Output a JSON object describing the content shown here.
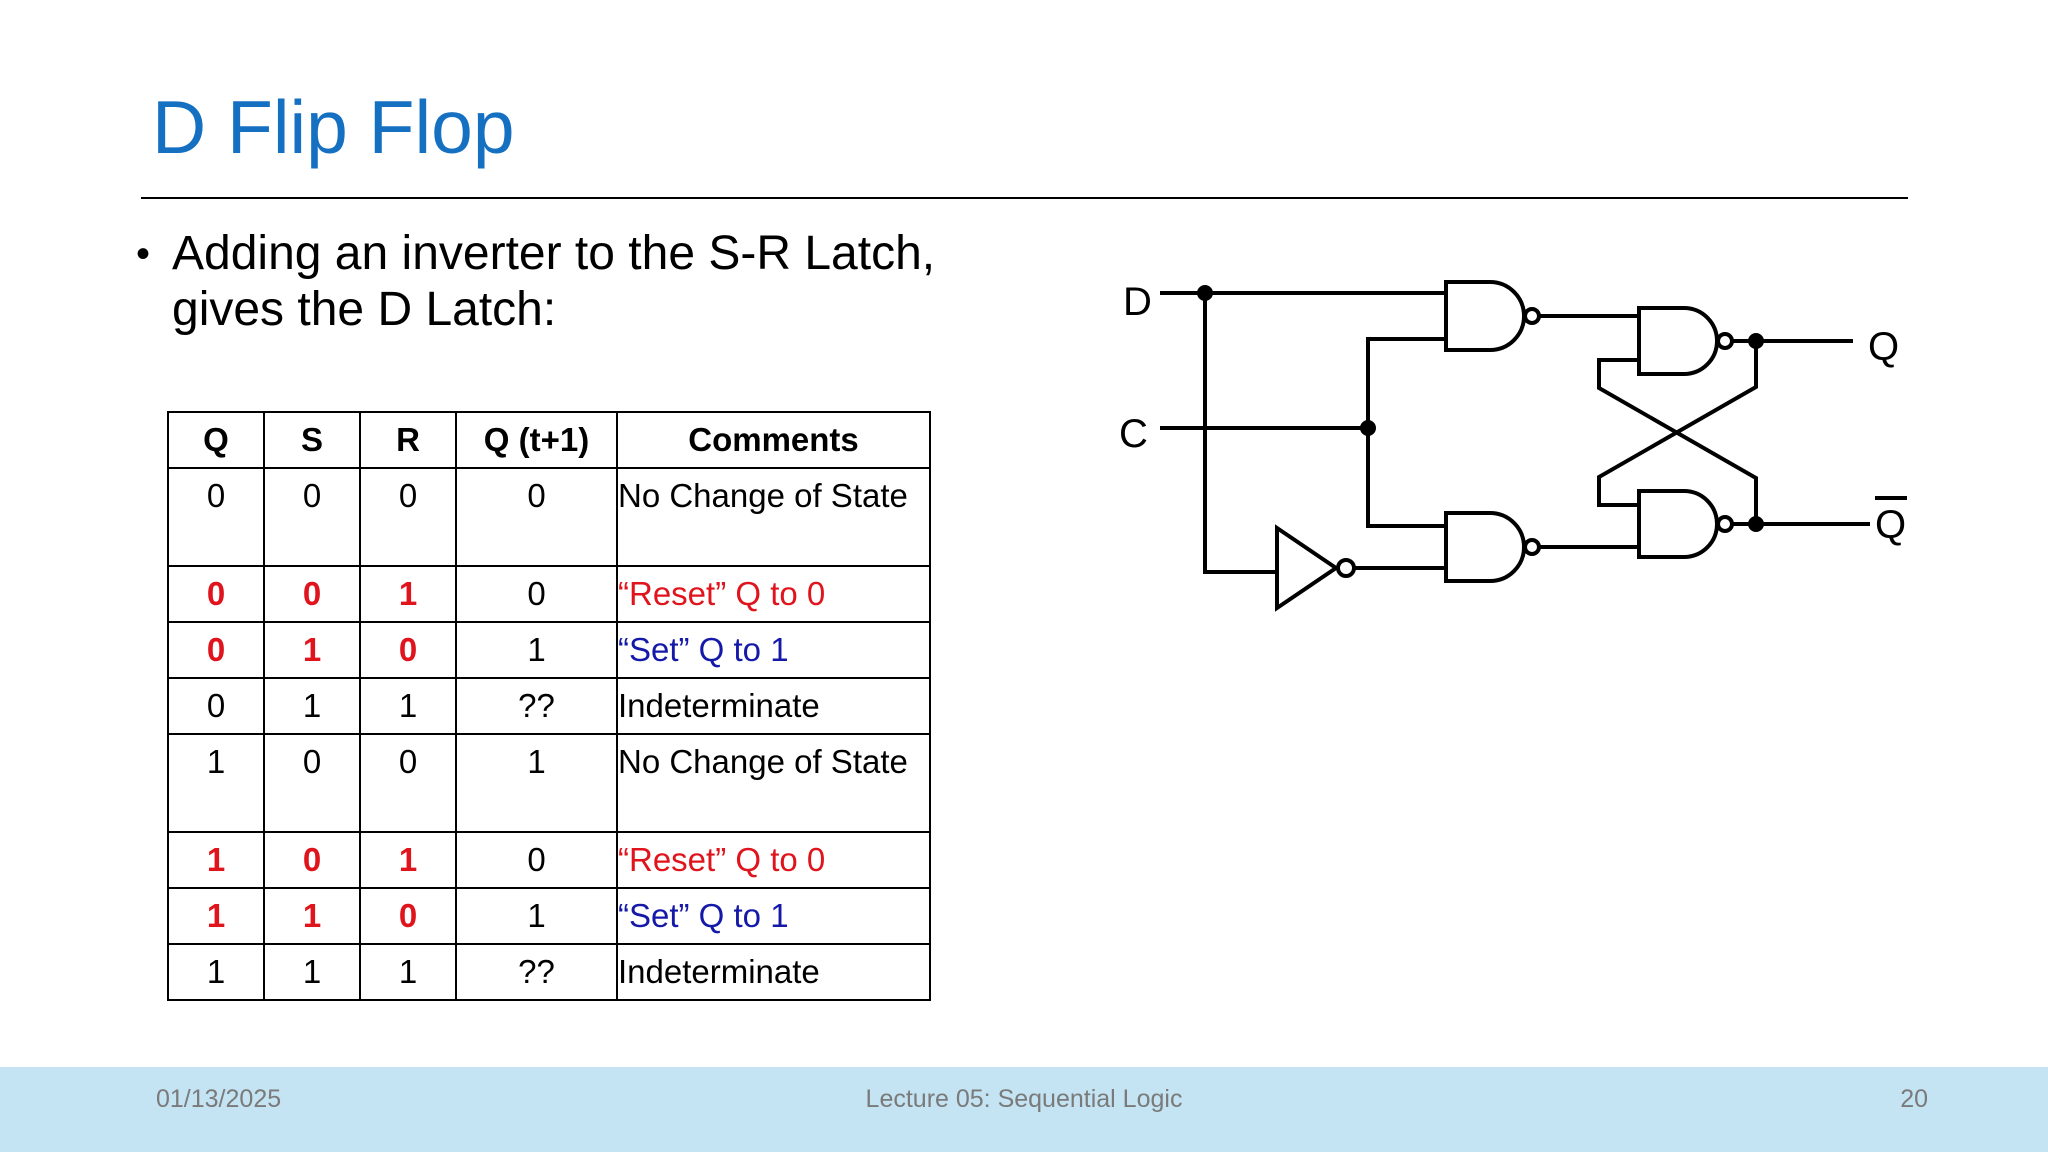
{
  "slide": {
    "title": "D Flip Flop",
    "bullet": "Adding an inverter to the S-R Latch, gives the D Latch:"
  },
  "table": {
    "headers": [
      "Q",
      "S",
      "R",
      "Q (t+1)",
      "Comments"
    ],
    "rows": [
      [
        "0",
        "0",
        "0",
        "0",
        "No Change of State"
      ],
      [
        "0",
        "0",
        "1",
        "0",
        "“Reset” Q to 0"
      ],
      [
        "0",
        "1",
        "0",
        "1",
        "“Set” Q to 1"
      ],
      [
        "0",
        "1",
        "1",
        "??",
        "Indeterminate"
      ],
      [
        "1",
        "0",
        "0",
        "1",
        "No Change of State"
      ],
      [
        "1",
        "0",
        "1",
        "0",
        "“Reset” Q to 0"
      ],
      [
        "1",
        "1",
        "0",
        "1",
        "“Set” Q to 1"
      ],
      [
        "1",
        "1",
        "1",
        "??",
        "Indeterminate"
      ]
    ]
  },
  "circuit": {
    "input_d": "D",
    "input_c": "C",
    "output_q": "Q",
    "output_qbar": "Q"
  },
  "footer": {
    "date": "01/13/2025",
    "lecture": "Lecture 05: Sequential Logic",
    "page": "20"
  },
  "colors": {
    "title": "#1570c2",
    "reset": "#e0141c",
    "set": "#1519a8",
    "footer_bg": "#c4e4f3"
  }
}
